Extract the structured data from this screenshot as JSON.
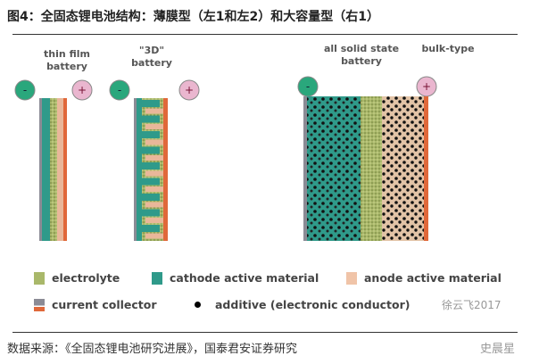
{
  "title": "图4：全固态锂电池结构：薄膜型（左1和左2）和大容量型（右1）",
  "batteries": {
    "thin_film": {
      "line1": "thin film",
      "line2": "battery"
    },
    "three_d": {
      "line1": "\"3D\"",
      "line2": "battery"
    },
    "bulk": {
      "line1": "all solid state",
      "line2": "battery",
      "extra": "bulk-type"
    },
    "neg": "-",
    "pos": "+"
  },
  "legend": {
    "electrolyte": "electrolyte",
    "cathode": "cathode active material",
    "anode": "anode active material",
    "collector": "current collector",
    "additive": "additive (electronic conductor)"
  },
  "colors": {
    "cathode": "#2f9a8a",
    "electrolyte": "#a9b86a",
    "anode": "#e9b79a",
    "collector_orange": "#e0683a",
    "collector_grey": "#8b8b95",
    "neg": "#2aa77c",
    "pos": "#eab6cf"
  },
  "source": "数据来源：《全固态锂电池研究进展》，国泰君安证券研究",
  "watermarks": {
    "w1": "徐云飞2017",
    "w2": "史晨星"
  }
}
